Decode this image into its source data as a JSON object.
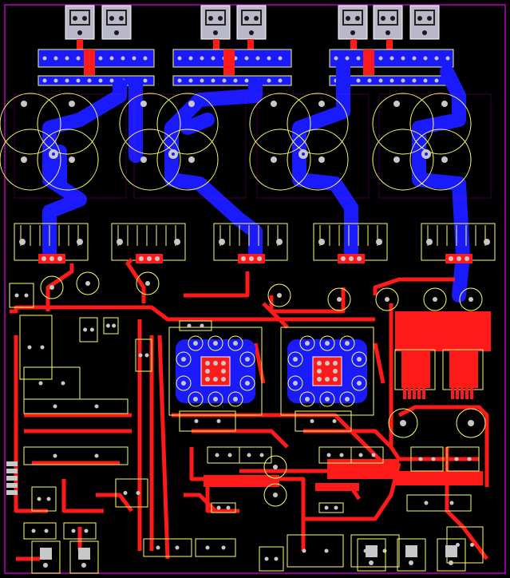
{
  "view": {
    "title": "",
    "layers": [
      "top-copper",
      "bottom-copper",
      "silkscreen",
      "board-outline"
    ]
  },
  "colors": {
    "background": "#000000",
    "board_outline": "#c000c0",
    "top_copper": "#ff1a1a",
    "bottom_copper": "#1a1aff",
    "silkscreen": "#ffff66",
    "pad": "#c8c8c8",
    "drill": "#1a1a1a",
    "pad_grey": "#b8b8c8"
  },
  "components": {
    "terminal_blocks_top": 7,
    "filter_capacitors": 8,
    "heatsink_regulators": 5,
    "amplifier_ics": 2,
    "power_relays": 2,
    "connectors_bottom": 5
  }
}
